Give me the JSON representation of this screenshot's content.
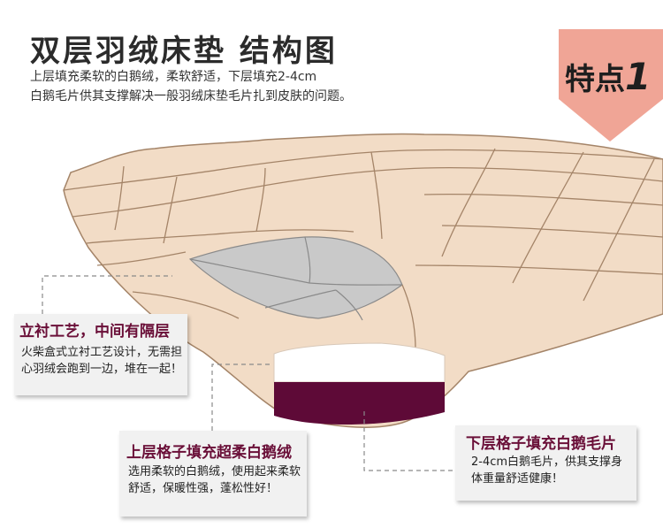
{
  "header": {
    "title": "双层羽绒床垫 结构图",
    "subtitle_line1": "上层填充柔软的白鹅绒，柔软舒适，下层填充2-4cm",
    "subtitle_line2": "白鹅毛片供其支撑解决一般羽绒床垫毛片扎到皮肤的问题。"
  },
  "badge": {
    "label": "特点",
    "number": "1",
    "color": "#f0a596"
  },
  "callouts": {
    "left": {
      "title": "立衬工艺，中间有隔层",
      "body": "火柴盒式立衬工艺设计，无需担心羽绒会跑到一边，堆在一起！"
    },
    "bottom_left": {
      "title": "上层格子填充超柔白鹅绒",
      "body": "选用柔软的白鹅绒，使用起来柔软舒适，保暖性强，蓬松性好！"
    },
    "bottom_right": {
      "title": "下层格子填充白鹅毛片",
      "body": "2-4cm白鹅毛片，供其支撑身体重量舒适健康！"
    }
  },
  "colors": {
    "mattress_fill": "#f2dcc6",
    "mattress_line": "#a48468",
    "cutaway_gray": "#c9c9c9",
    "lower_layer": "#5e0a37",
    "callout_title": "#6a0f38"
  }
}
